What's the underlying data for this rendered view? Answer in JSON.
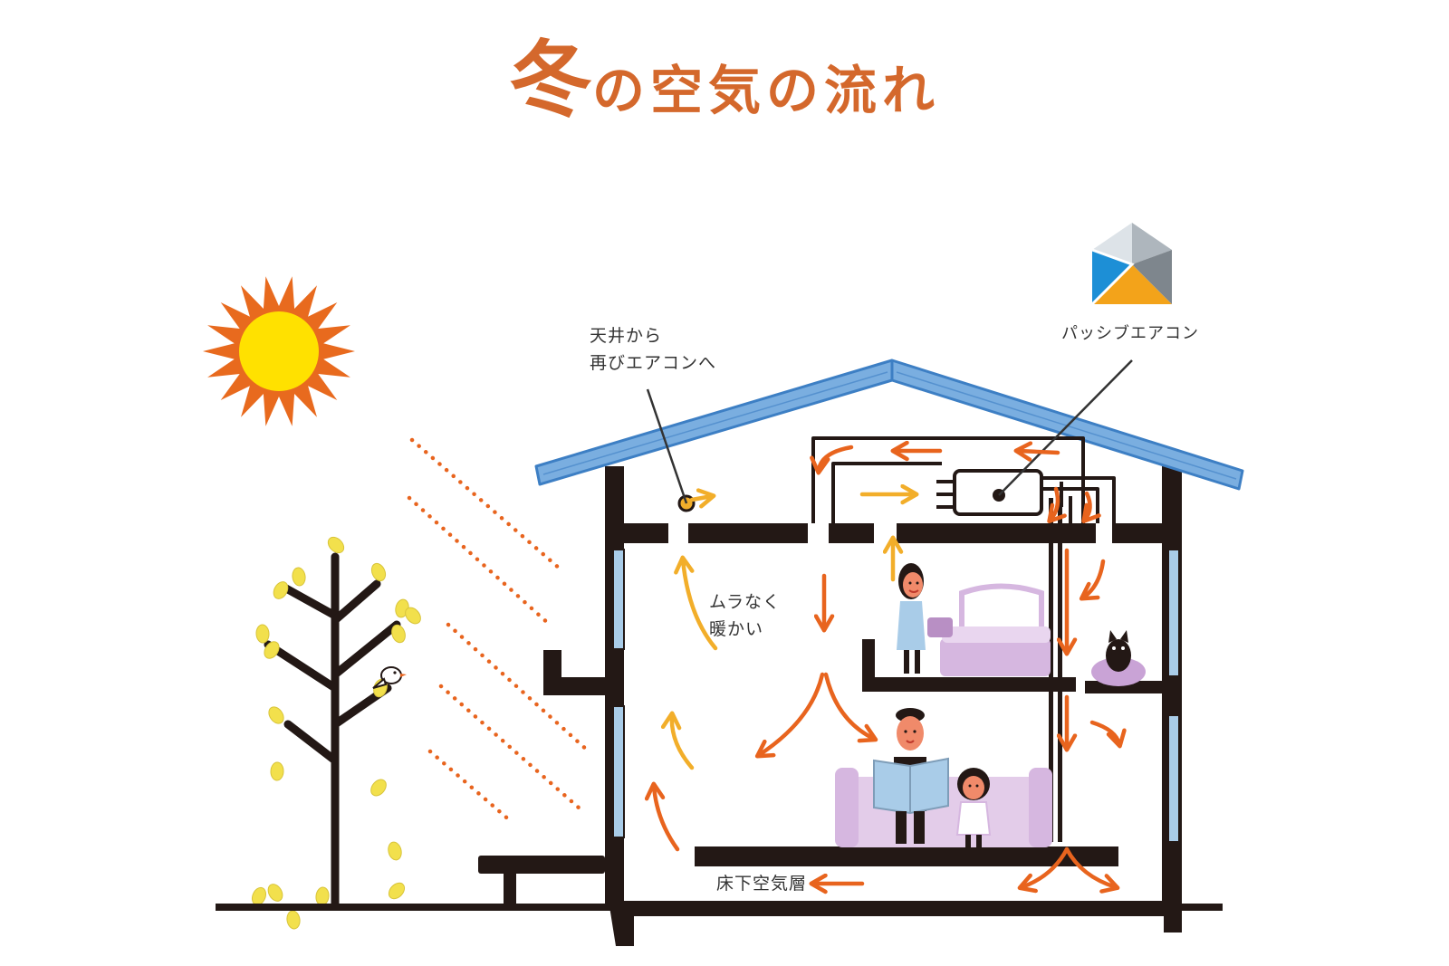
{
  "title": {
    "emphasis": "冬",
    "rest": "の空気の流れ"
  },
  "labels": {
    "ceiling_return_line1": "天井から",
    "ceiling_return_line2": "再びエアコンへ",
    "even_warmth_line1": "ムラなく",
    "even_warmth_line2": "暖かい",
    "passive_aircon": "パッシブエアコン",
    "underfloor_layer": "床下空気層"
  },
  "colors": {
    "title": "#d4682c",
    "roof": "#7aaee0",
    "roof_dark": "#3d7fc4",
    "structure": "#231815",
    "sun_rays": "#e86a1e",
    "sun_core": "#ffe100",
    "flow_orange": "#e8641e",
    "flow_yellow": "#f2ae2a",
    "window": "#a9cce8",
    "furniture": "#d6b7e0",
    "leaf": "#f2e04c"
  },
  "icons": {
    "sun": "sun-icon",
    "logo": "passive-aircon-logo-icon",
    "tree": "tree-icon",
    "bird": "bird-icon",
    "cat": "cat-icon"
  }
}
